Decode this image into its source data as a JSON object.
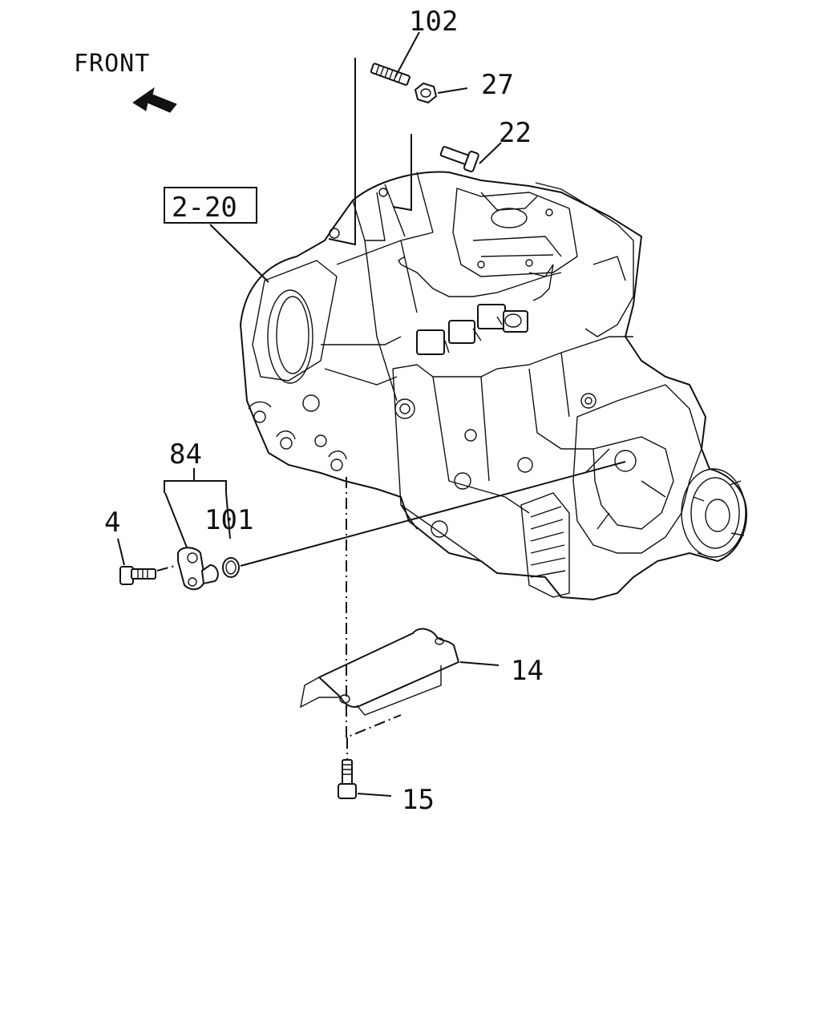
{
  "diagram": {
    "orientation": {
      "label": "FRONT",
      "arrow_icon": "front-arrow-icon"
    },
    "reference_box": {
      "label": "2-20"
    },
    "callouts": [
      {
        "id": "c102",
        "label": "102"
      },
      {
        "id": "c27",
        "label": "27"
      },
      {
        "id": "c22",
        "label": "22"
      },
      {
        "id": "c84",
        "label": "84"
      },
      {
        "id": "c4",
        "label": "4"
      },
      {
        "id": "c101",
        "label": "101"
      },
      {
        "id": "c14",
        "label": "14"
      },
      {
        "id": "c15",
        "label": "15"
      }
    ],
    "colors": {
      "line": "#111111",
      "background": "#ffffff"
    }
  }
}
